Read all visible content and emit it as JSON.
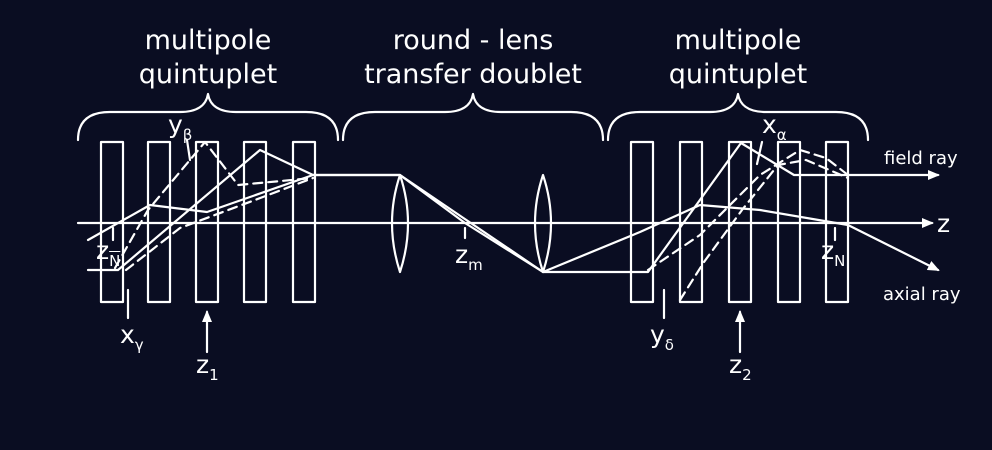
{
  "groups": {
    "left": {
      "line1": "multipole",
      "line2": "quintuplet"
    },
    "middle": {
      "line1": "round - lens",
      "line2": "transfer doublet"
    },
    "right": {
      "line1": "multipole",
      "line2": "quintuplet"
    }
  },
  "symbols": {
    "y_beta": {
      "base": "y",
      "sub": "β"
    },
    "x_alpha": {
      "base": "x",
      "sub": "α"
    },
    "z_nbar": {
      "base": "z",
      "sub": "N"
    },
    "x_gamma": {
      "base": "x",
      "sub": "γ"
    },
    "z1": {
      "base": "z",
      "sub": "1"
    },
    "z_m": {
      "base": "z",
      "sub": "m"
    },
    "y_delta": {
      "base": "y",
      "sub": "δ"
    },
    "z2": {
      "base": "z",
      "sub": "2"
    },
    "z_n": {
      "base": "z",
      "sub": "N"
    }
  },
  "axis_label": "z",
  "rays": {
    "field": "field ray",
    "axial": "axial ray"
  },
  "colors": {
    "background": "#0a0d22",
    "foreground": "#ffffff"
  }
}
